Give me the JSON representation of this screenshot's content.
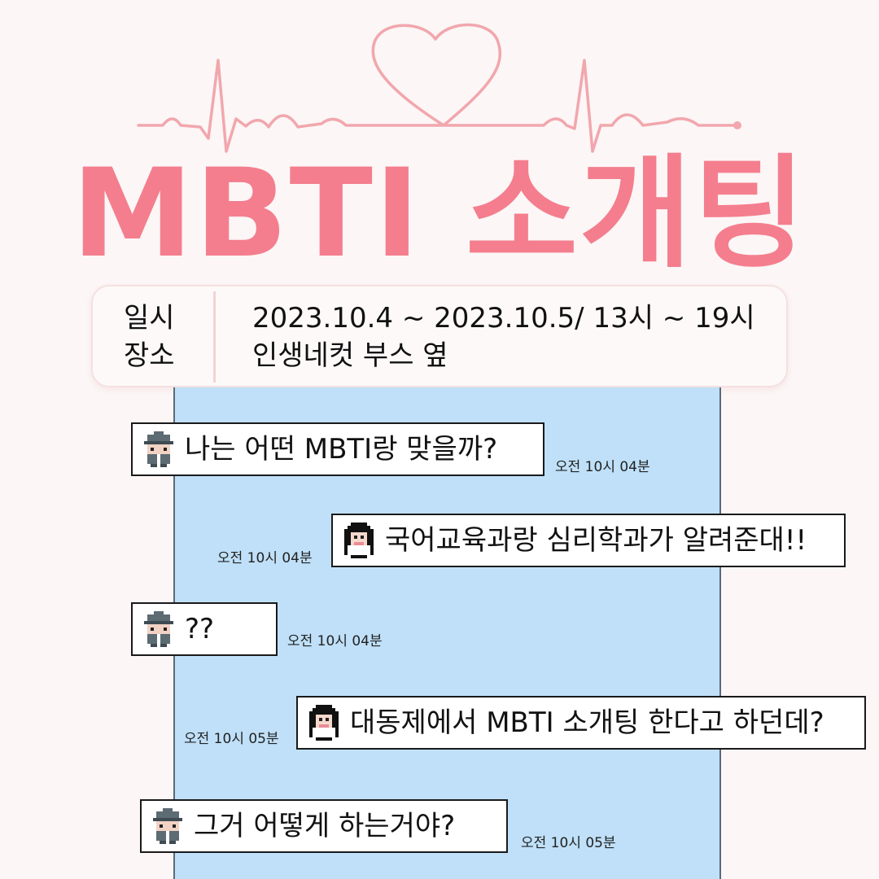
{
  "title": {
    "text": "MBTI 소개팅",
    "color": "#f47e8e"
  },
  "decoration": {
    "heartbeat_color": "#f1a7ad"
  },
  "info": {
    "labels": [
      "일시",
      "장소"
    ],
    "date_value": "2023.10.4 ~ 2023.10.5/ 13시 ~ 19시",
    "place_value": "인생네컷 부스 옆"
  },
  "chat": {
    "messages": [
      {
        "speaker": "boy-avatar-icon",
        "text": "나는 어떤 MBTI랑 맞을까?",
        "time": "오전 10시 04분"
      },
      {
        "speaker": "girl-avatar-icon",
        "text": "국어교육과랑 심리학과가 알려준대!!",
        "time": "오전 10시 04분"
      },
      {
        "speaker": "boy-avatar-icon",
        "text": "??",
        "time": "오전 10시 04분"
      },
      {
        "speaker": "girl-avatar-icon",
        "text": "대동제에서 MBTI 소개팅 한다고 하던데?",
        "time": "오전 10시 05분"
      },
      {
        "speaker": "boy-avatar-icon",
        "text": "그거 어떻게 하는거야?",
        "time": "오전 10시 05분"
      }
    ]
  }
}
